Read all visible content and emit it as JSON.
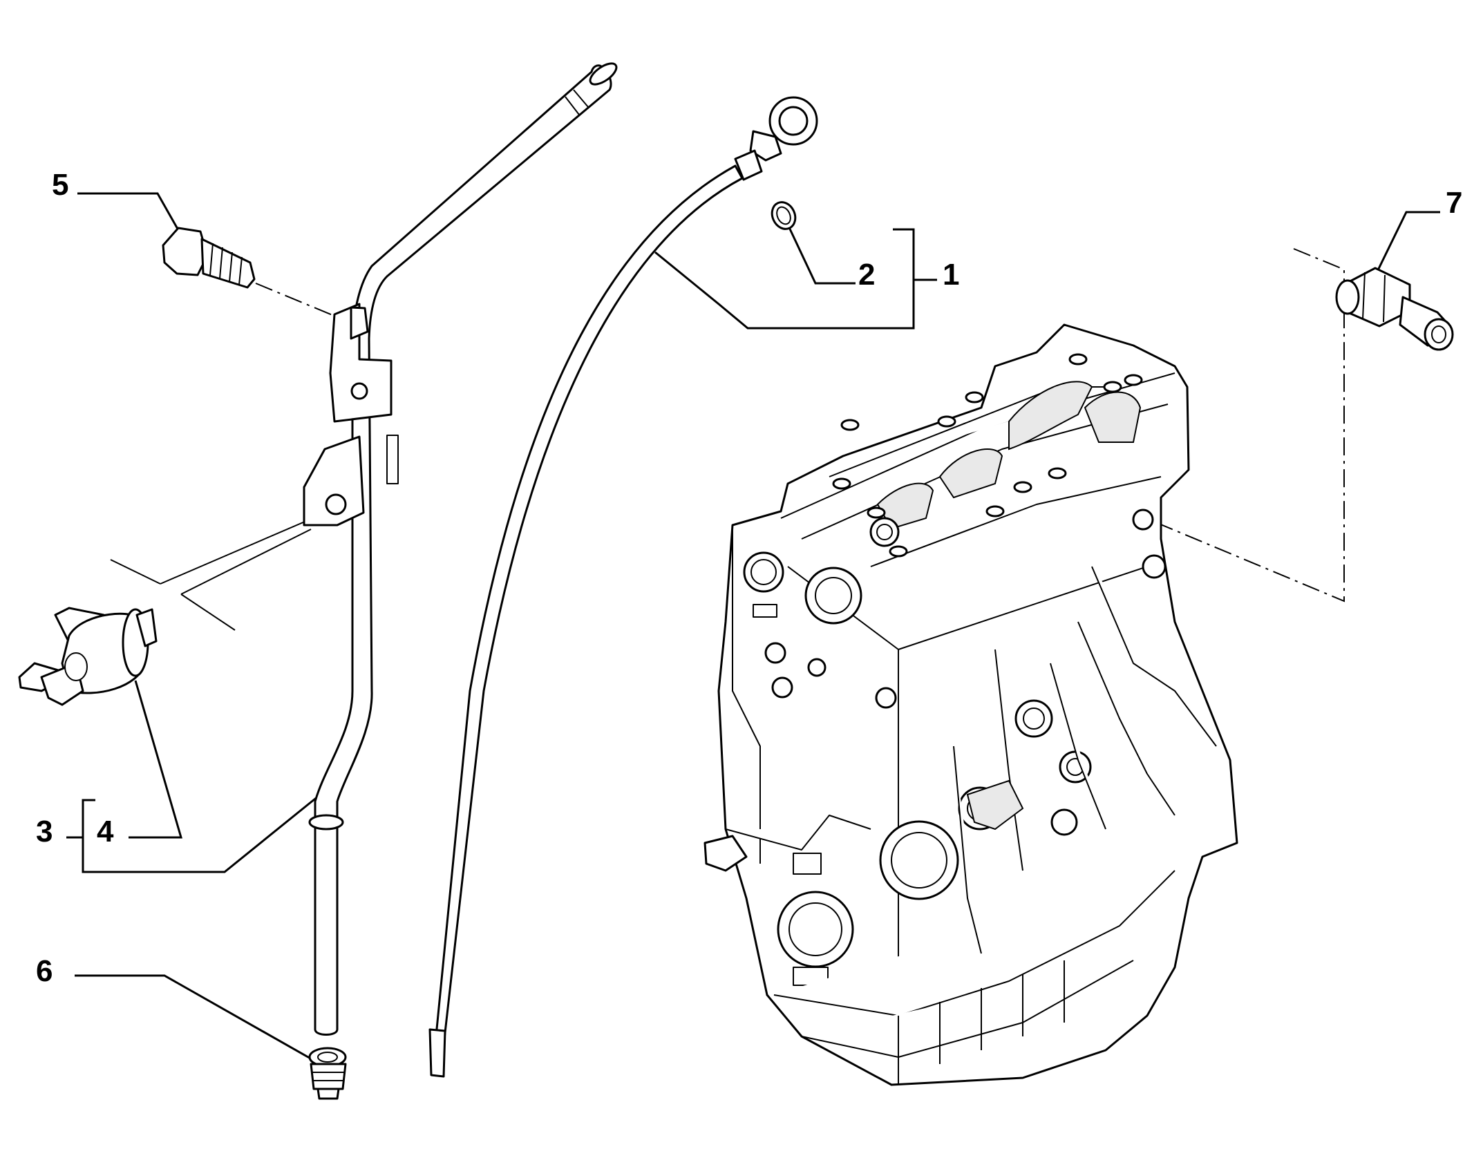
{
  "diagram": {
    "callouts": [
      {
        "id": "1",
        "label": "1"
      },
      {
        "id": "2",
        "label": "2"
      },
      {
        "id": "3",
        "label": "3"
      },
      {
        "id": "4",
        "label": "4"
      },
      {
        "id": "5",
        "label": "5"
      },
      {
        "id": "6",
        "label": "6"
      },
      {
        "id": "7",
        "label": "7"
      }
    ],
    "parts": [
      {
        "name": "dipstick",
        "icon": "dipstick-icon"
      },
      {
        "name": "o-ring",
        "icon": "o-ring-icon"
      },
      {
        "name": "dipstick-guide-tube",
        "icon": "tube-icon"
      },
      {
        "name": "bracket-clip",
        "icon": "clip-icon"
      },
      {
        "name": "bolt",
        "icon": "bolt-icon"
      },
      {
        "name": "grommet",
        "icon": "grommet-icon"
      },
      {
        "name": "oil-pressure-sensor",
        "icon": "sensor-icon"
      },
      {
        "name": "engine-block",
        "icon": "engine-icon"
      }
    ],
    "colors": {
      "line": "#000000",
      "background": "#ffffff"
    }
  }
}
